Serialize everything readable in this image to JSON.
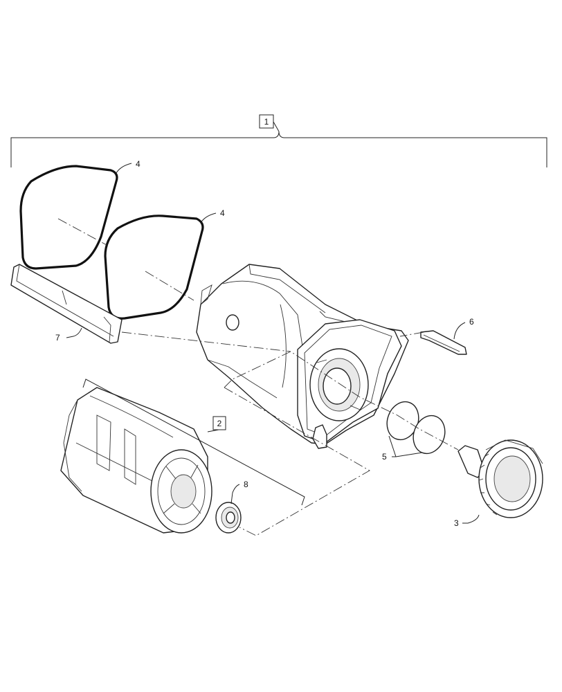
{
  "callouts": {
    "c1": "1",
    "c2": "2",
    "c3": "3",
    "c4a": "4",
    "c4b": "4",
    "c5": "5",
    "c6": "6",
    "c7": "7",
    "c8": "8"
  }
}
